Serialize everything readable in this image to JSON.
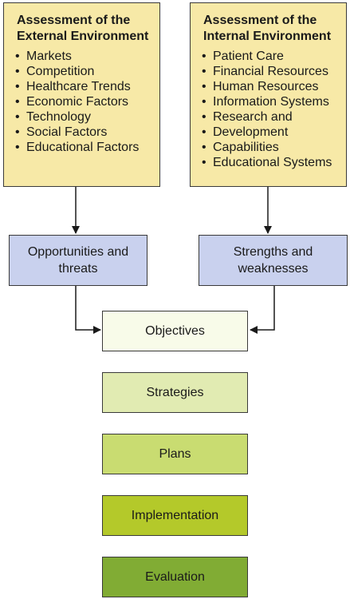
{
  "external": {
    "title_line1": "Assessment of the",
    "title_line2": "External Environment",
    "items": [
      "Markets",
      "Competition",
      "Healthcare Trends",
      "Economic Factors",
      "Technology",
      "Social Factors",
      "Educational Factors"
    ]
  },
  "internal": {
    "title_line1": "Assessment of the",
    "title_line2": "Internal Environment",
    "items": [
      "Patient Care",
      "Financial Resources",
      "Human Resources",
      "Information Systems",
      "Research and",
      "Development",
      "Capabilities",
      "Educational Systems"
    ]
  },
  "opportunities": {
    "line1": "Opportunities and",
    "line2": "threats"
  },
  "strengths": {
    "line1": "Strengths and",
    "line2": "weaknesses"
  },
  "steps": [
    "Objectives",
    "Strategies",
    "Plans",
    "Implementation",
    "Evaluation"
  ],
  "colors": {
    "assessment_fill": "#f7e9a7",
    "swot_fill": "#c9d1ee",
    "objectives_fill": "#f8fbe9",
    "strategies_fill": "#e1ebb2",
    "plans_fill": "#c9dc71",
    "implementation_fill": "#b4c92a",
    "evaluation_fill": "#81ac34"
  }
}
